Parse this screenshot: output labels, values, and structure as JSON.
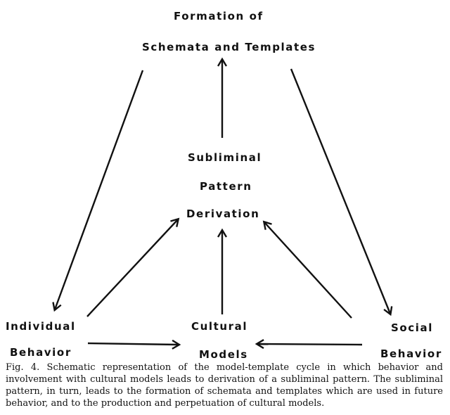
{
  "nodes": {
    "formation_line1": "Formation of",
    "formation_line2": "Schemata and Templates",
    "subliminal_line1": "Subliminal",
    "subliminal_line2": "Pattern",
    "subliminal_line3": "Derivation",
    "individual_line1": "Individual",
    "individual_line2": "Behavior",
    "cultural_line1": "Cultural",
    "cultural_line2": "Models",
    "social_line1": "Social",
    "social_line2": "Behavior"
  },
  "edges": [
    {
      "from": "formation-of-schemata-and-templates",
      "to": "individual-behavior"
    },
    {
      "from": "formation-of-schemata-and-templates",
      "to": "social-behavior"
    },
    {
      "from": "subliminal-pattern-derivation",
      "to": "formation-of-schemata-and-templates"
    },
    {
      "from": "individual-behavior",
      "to": "subliminal-pattern-derivation"
    },
    {
      "from": "cultural-models",
      "to": "subliminal-pattern-derivation"
    },
    {
      "from": "social-behavior",
      "to": "subliminal-pattern-derivation"
    },
    {
      "from": "individual-behavior",
      "to": "cultural-models"
    },
    {
      "from": "social-behavior",
      "to": "cultural-models"
    }
  ],
  "caption": "Fig. 4. Schematic representation of the model-template cycle in which behavior and involvement with cultural models leads to derivation of a subliminal pattern. The subliminal pattern, in turn, leads to the formation of schemata and templates which are used in future behavior, and to the production and perpetuation of cultural models."
}
